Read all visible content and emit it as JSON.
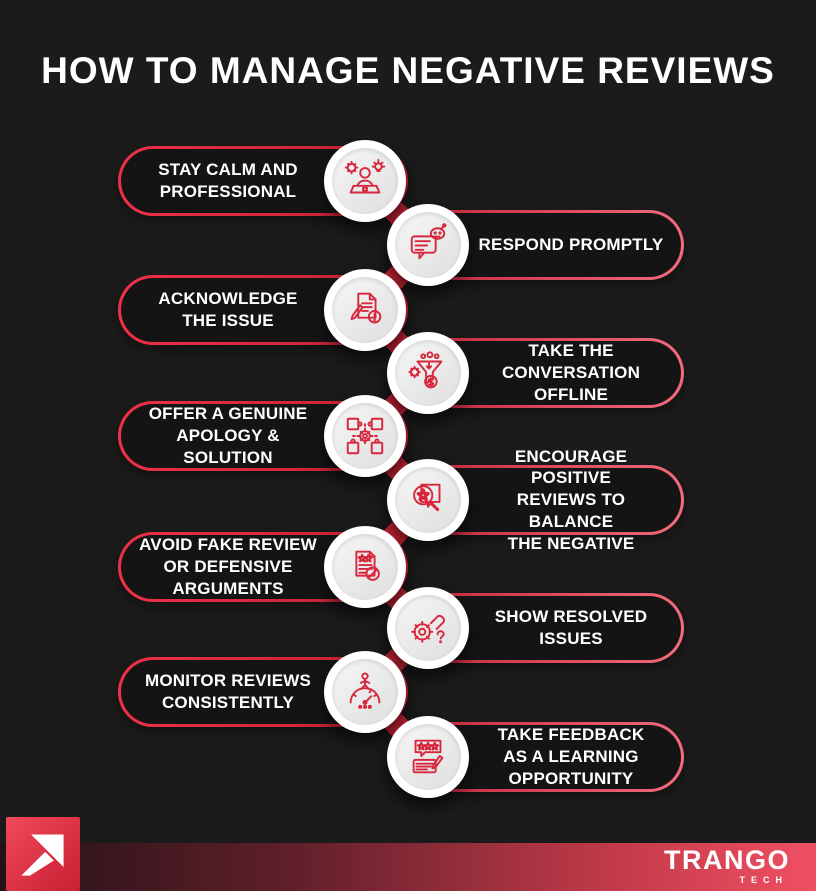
{
  "page": {
    "title": "HOW TO MANAGE NEGATIVE REVIEWS"
  },
  "colors": {
    "background": "#1b1b1c",
    "accent_red": "#d7273c",
    "pill_border_red": "#e02a40",
    "pill_border_pink": "#f26b7e",
    "pill_fill": "#141415",
    "text_white": "#ffffff",
    "circle_fill": "#efefef",
    "footer_gradient_dark": "#241316",
    "footer_gradient_bright": "#ef5063",
    "logo_red": "#e03448"
  },
  "steps": [
    {
      "label": "STAY CALM AND\nPROFESSIONAL",
      "side": "left",
      "icon": "agent-desk-icon"
    },
    {
      "label": "RESPOND PROMPTLY",
      "side": "right",
      "icon": "chat-robot-icon"
    },
    {
      "label": "ACKNOWLEDGE\nTHE ISSUE",
      "side": "left",
      "icon": "document-alert-icon"
    },
    {
      "label": "TAKE THE\nCONVERSATION\nOFFLINE",
      "side": "right",
      "icon": "sales-funnel-icon"
    },
    {
      "label": "OFFER A GENUINE\nAPOLOGY & SOLUTION",
      "side": "left",
      "icon": "puzzle-gear-icon"
    },
    {
      "label": "ENCOURAGE POSITIVE\nREVIEWS TO BALANCE\nTHE NEGATIVE",
      "side": "right",
      "icon": "star-magnifier-icon"
    },
    {
      "label": "AVOID FAKE REVIEW\nOR DEFENSIVE\nARGUMENTS",
      "side": "left",
      "icon": "blocked-review-icon"
    },
    {
      "label": "SHOW RESOLVED\nISSUES",
      "side": "right",
      "icon": "gear-wrench-icon"
    },
    {
      "label": "MONITOR REVIEWS\nCONSISTENTLY",
      "side": "left",
      "icon": "gauge-person-icon"
    },
    {
      "label": "TAKE FEEDBACK\nAS A LEARNING\nOPPORTUNITY",
      "side": "right",
      "icon": "review-pencil-icon"
    }
  ],
  "footer": {
    "brand": "TRANGO",
    "brand_sub": "TECH",
    "logo": "trango-arrow-logo"
  }
}
